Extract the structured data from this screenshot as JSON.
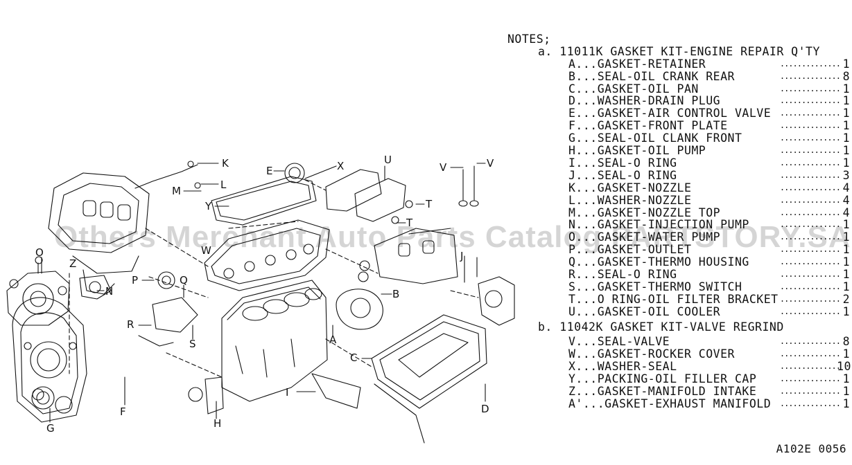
{
  "watermark": "Others Merchant Auto Parts Catalog PARTSTORY.SA",
  "diagram_ref": "A102E 0056",
  "notes": {
    "heading": "NOTES;",
    "kits": [
      {
        "title": "a. 11011K GASKET KIT-ENGINE REPAIR Q'TY",
        "items": [
          {
            "label": "A...GASKET-RETAINER",
            "qty": "1"
          },
          {
            "label": "B...SEAL-OIL CRANK REAR",
            "qty": "8"
          },
          {
            "label": "C...GASKET-OIL PAN",
            "qty": "1"
          },
          {
            "label": "D...WASHER-DRAIN PLUG",
            "qty": "1"
          },
          {
            "label": "E...GASKET-AIR CONTROL VALVE",
            "qty": "1"
          },
          {
            "label": "F...GASKET-FRONT PLATE",
            "qty": "1"
          },
          {
            "label": "G...SEAL-OIL CLANK FRONT",
            "qty": "1"
          },
          {
            "label": "H...GASKET-OIL PUMP",
            "qty": "1"
          },
          {
            "label": "I...SEAL-O RING",
            "qty": "1"
          },
          {
            "label": "J...SEAL-O RING",
            "qty": "3"
          },
          {
            "label": "K...GASKET-NOZZLE",
            "qty": "4"
          },
          {
            "label": "L...WASHER-NOZZLE",
            "qty": "4"
          },
          {
            "label": "M...GASKET-NOZZLE TOP",
            "qty": "4"
          },
          {
            "label": "N...GASKET-INJECTION PUMP",
            "qty": "1"
          },
          {
            "label": "O...GASKET-WATER PUMP",
            "qty": "1"
          },
          {
            "label": "P...GASKET-OUTLET",
            "qty": "1"
          },
          {
            "label": "Q...GASKET-THERMO HOUSING",
            "qty": "1"
          },
          {
            "label": "R...SEAL-O RING",
            "qty": "1"
          },
          {
            "label": "S...GASKET-THERMO SWITCH",
            "qty": "1"
          },
          {
            "label": "T...O RING-OIL FILTER BRACKET",
            "qty": "2"
          },
          {
            "label": "U...GASKET-OIL COOLER",
            "qty": "1"
          }
        ]
      },
      {
        "title": "b. 11042K GASKET KIT-VALVE REGRIND",
        "items": [
          {
            "label": "V...SEAL-VALVE",
            "qty": "8"
          },
          {
            "label": "W...GASKET-ROCKER COVER",
            "qty": "1"
          },
          {
            "label": "X...WASHER-SEAL",
            "qty": "10"
          },
          {
            "label": "Y...PACKING-OIL FILLER CAP",
            "qty": "1"
          },
          {
            "label": "Z...GASKET-MANIFOLD INTAKE",
            "qty": "1"
          },
          {
            "label": "A'...GASKET-EXHAUST MANIFOLD",
            "qty": "1"
          }
        ]
      }
    ]
  },
  "callouts": {
    "A": "A",
    "B": "B",
    "C": "C",
    "D": "D",
    "E": "E",
    "F": "F",
    "G": "G",
    "H": "H",
    "I": "I",
    "J": "J",
    "K": "K",
    "L": "L",
    "M": "M",
    "N": "N",
    "O": "O",
    "P": "P",
    "Q": "Q",
    "R": "R",
    "S": "S",
    "T": "T",
    "U": "U",
    "V": "V",
    "W": "W",
    "X": "X",
    "Y": "Y",
    "Z": "Z"
  }
}
